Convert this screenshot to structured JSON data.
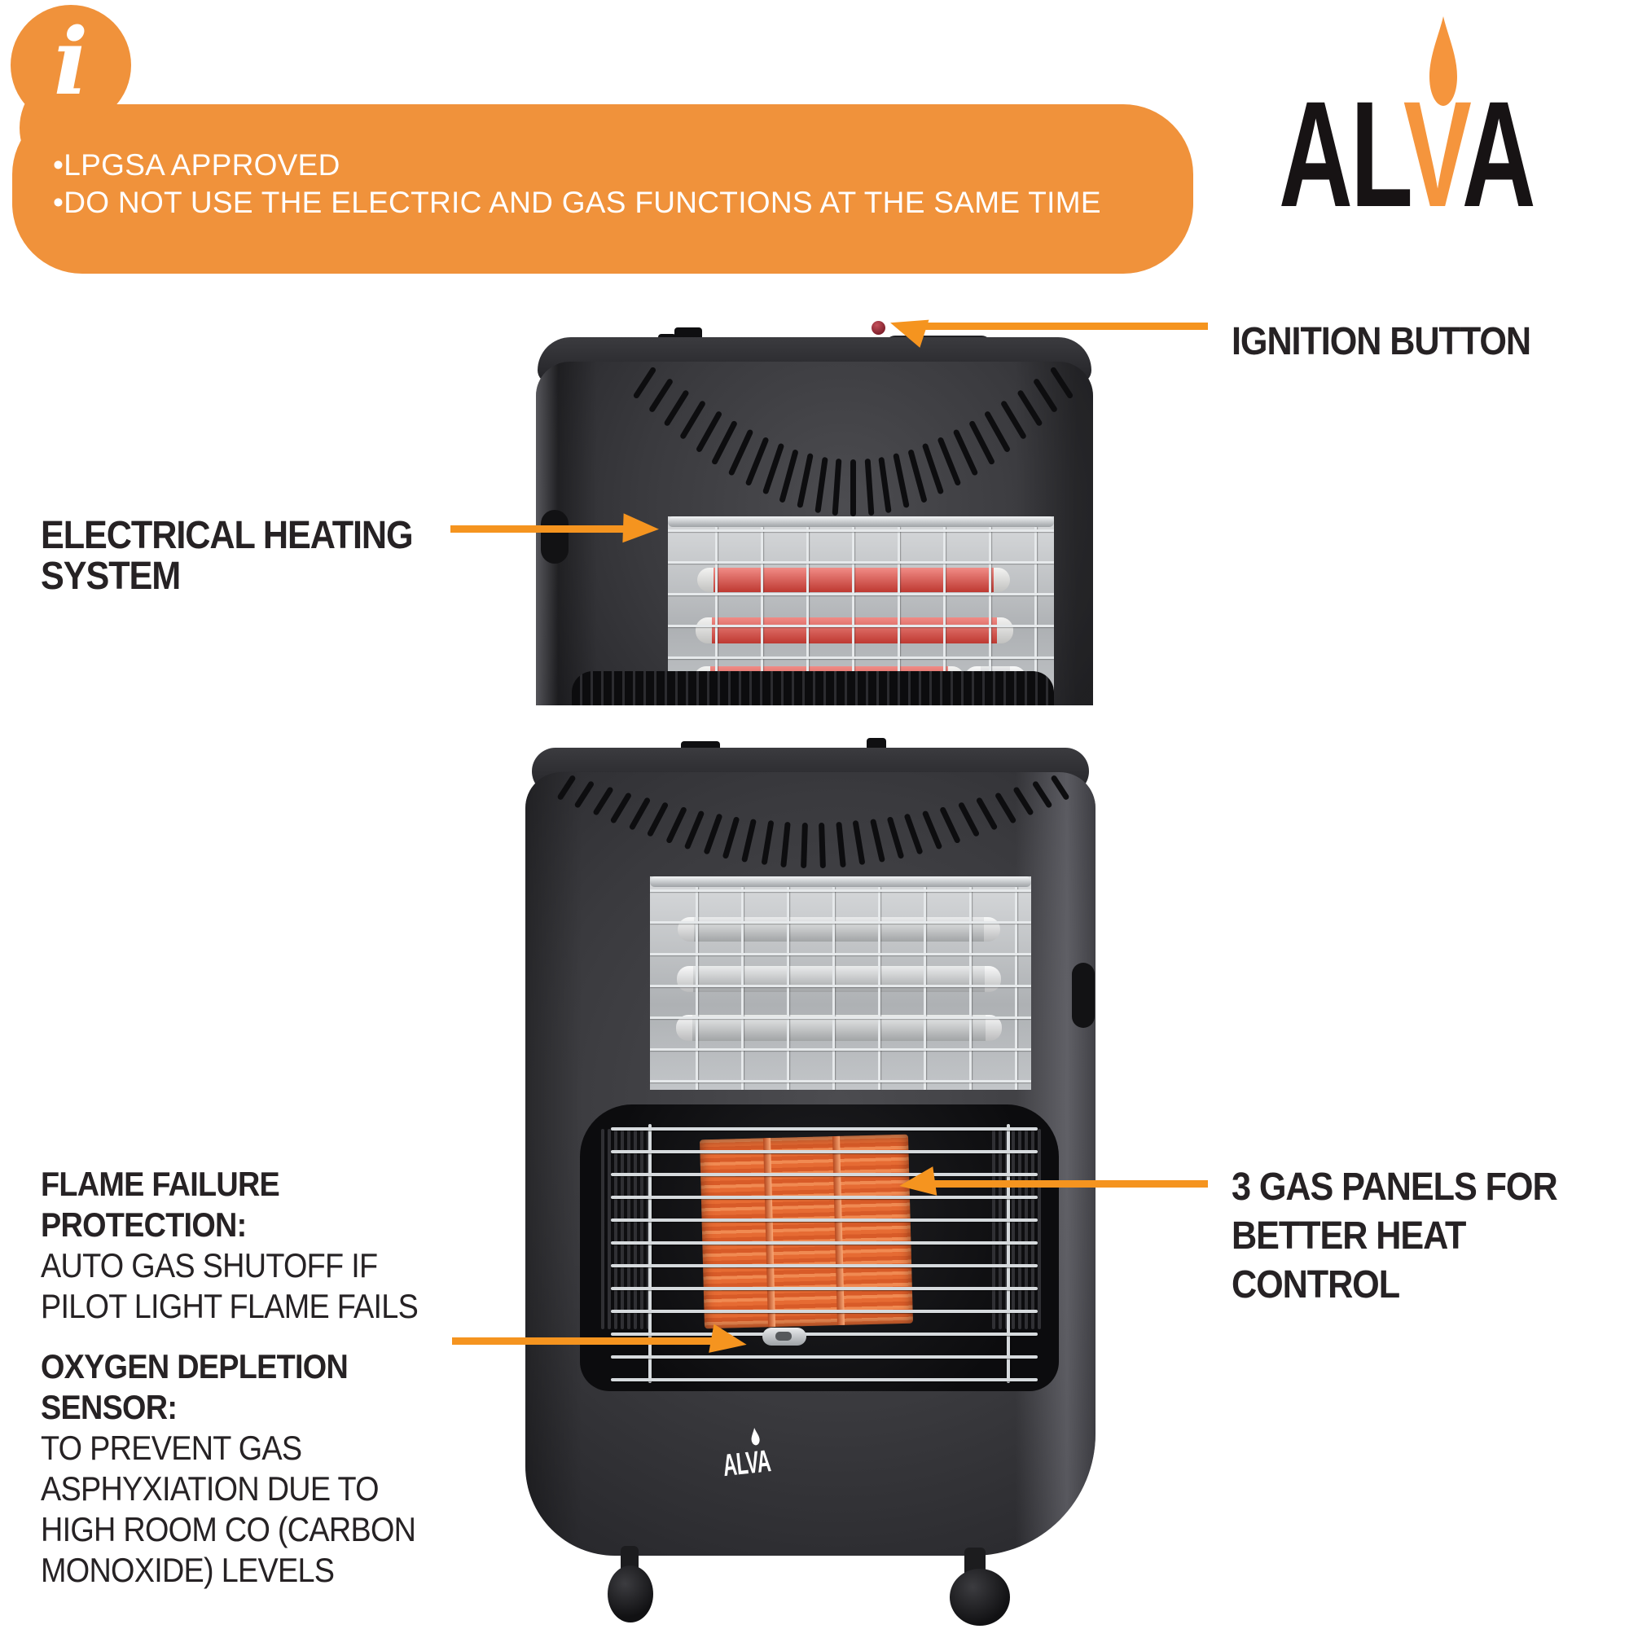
{
  "banner": {
    "icon": "i",
    "lines": [
      "•LPGSA APPROVED",
      "•DO NOT USE THE ELECTRIC AND GAS FUNCTIONS AT THE SAME TIME"
    ]
  },
  "logo": {
    "part1": "AL",
    "part2": "V",
    "part3": "A"
  },
  "callouts": {
    "ignition": {
      "label": "IGNITION BUTTON"
    },
    "electrical": {
      "lines": [
        "ELECTRICAL HEATING",
        "SYSTEM"
      ]
    },
    "gas_panels": {
      "lines": [
        "3 GAS PANELS FOR",
        "BETTER HEAT",
        "CONTROL"
      ]
    },
    "flame_failure": {
      "title_lines": [
        "FLAME FAILURE",
        "PROTECTION:"
      ],
      "body_lines": [
        "AUTO GAS SHUTOFF IF",
        "PILOT LIGHT FLAME FAILS"
      ]
    },
    "oxygen_sensor": {
      "title_lines": [
        "OXYGEN DEPLETION",
        "SENSOR:"
      ],
      "body_lines": [
        "TO PREVENT GAS",
        "ASPHYXIATION DUE TO",
        "HIGH ROOM CO (CARBON",
        "MONOXIDE) LEVELS"
      ]
    }
  },
  "device": {
    "brand": "ALVA"
  },
  "colors": {
    "banner_orange": "#F0923B",
    "arrow_orange": "#F5941F",
    "label_text": "#262224",
    "logo_black": "#171314",
    "logo_orange": "#F5953D",
    "heater_body_grey": "#3A3A3E",
    "ceramic_orange": "#EA7440",
    "heating_tube_red": "#E8453C"
  }
}
